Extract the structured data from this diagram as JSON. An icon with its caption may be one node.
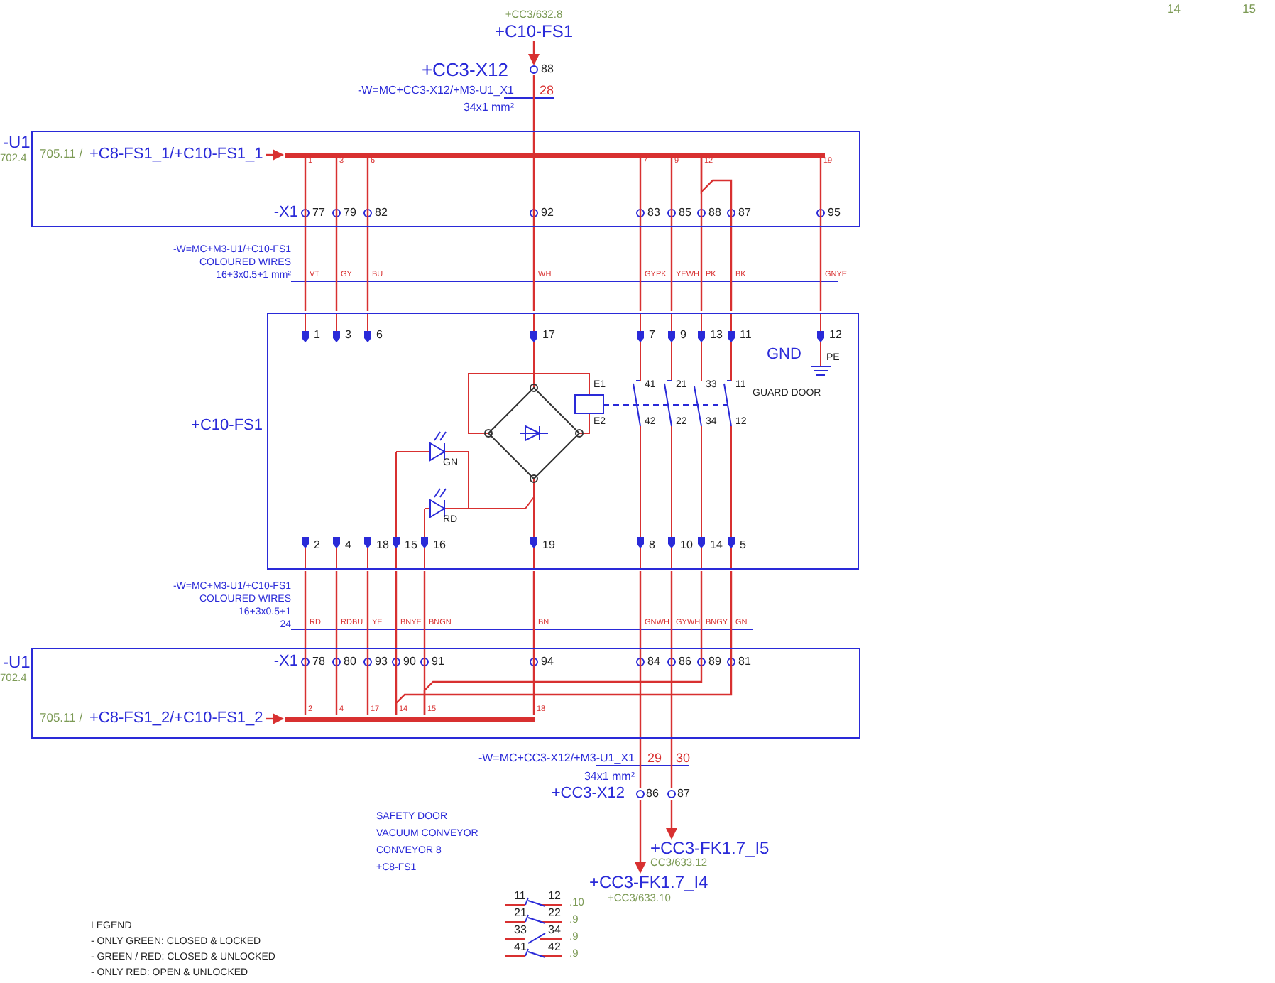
{
  "diagram": {
    "nodes": [
      {
        "text": [
          "+C10-FS1"
        ],
        "beside": [
          "+CC3/632.8"
        ]
      },
      {
        "text": [],
        "shape": "box",
        "beside": [
          "-U1",
          "702.4"
        ]
      },
      {
        "text": [
          "+C8-FS1_1/+C10-FS1_1"
        ],
        "beside": [
          "705.11 /"
        ],
        "in": 1
      },
      {
        "text": [],
        "shape": "box",
        "beside": [
          "+C10-FS1"
        ]
      },
      {
        "text": [],
        "shape": "box",
        "beside": [
          "-U1",
          "702.4"
        ]
      },
      {
        "text": [
          "+C8-FS1_2/+C10-FS1_2"
        ],
        "beside": [
          "705.11 /"
        ],
        "in": 4
      },
      {
        "text": [
          "+CC3-FK1.7_I5"
        ],
        "beside": [
          "CC3/633.12"
        ]
      },
      {
        "text": [
          "+CC3-FK1.7_I4"
        ],
        "beside": [
          "+CC3/633.10"
        ]
      },
      {
        "text": [],
        "shape": "circle",
        "beside": [
          "88"
        ]
      },
      {
        "text": [],
        "shape": "bar",
        "in": 1
      },
      {
        "text": [],
        "shape": "bar",
        "in": 4
      },
      {
        "text": [],
        "shape": "circle",
        "beside": [
          "86"
        ]
      },
      {
        "text": [],
        "shape": "circle",
        "beside": [
          "87"
        ]
      }
    ],
    "edges": [
      {
        "from": 0,
        "to": 8,
        "arrow": "to"
      },
      {
        "from": 2,
        "to": 9,
        "arrow": "to"
      },
      {
        "from": 5,
        "to": 10,
        "arrow": "to"
      },
      {
        "from": 11,
        "to": 7,
        "arrow": "to"
      },
      {
        "from": 12,
        "to": 6,
        "arrow": "to"
      },
      {
        "from": 8,
        "to": 3,
        "arrow": "none"
      },
      {
        "from": 9,
        "to": 3,
        "arrow": "none"
      },
      {
        "from": 9,
        "to": 3,
        "arrow": "none"
      },
      {
        "from": 9,
        "to": 3,
        "arrow": "none"
      },
      {
        "from": 9,
        "to": 3,
        "arrow": "none"
      },
      {
        "from": 9,
        "to": 3,
        "arrow": "none"
      },
      {
        "from": 9,
        "to": 3,
        "arrow": "none"
      },
      {
        "from": 9,
        "to": 3,
        "arrow": "none"
      },
      {
        "from": 9,
        "to": 3,
        "arrow": "none"
      },
      {
        "from": 3,
        "to": 10,
        "arrow": "none"
      },
      {
        "from": 3,
        "to": 10,
        "arrow": "none"
      },
      {
        "from": 3,
        "to": 10,
        "arrow": "none"
      },
      {
        "from": 3,
        "to": 10,
        "arrow": "none"
      },
      {
        "from": 3,
        "to": 10,
        "arrow": "none"
      },
      {
        "from": 3,
        "to": 10,
        "arrow": "none"
      },
      {
        "from": 3,
        "to": 10,
        "arrow": "none"
      },
      {
        "from": 3,
        "to": 10,
        "arrow": "none"
      },
      {
        "from": 3,
        "to": 11,
        "arrow": "none"
      },
      {
        "from": 3,
        "to": 12,
        "arrow": "none"
      }
    ],
    "labels": [
      "+CC3-X12",
      "-W=MC+CC3-X12/+M3-U1_X1",
      "28",
      "34x1 mm²",
      "1",
      "3",
      "6",
      "7",
      "9",
      "12",
      "19",
      "-X1",
      "77",
      "79",
      "82",
      "92",
      "83",
      "85",
      "88",
      "87",
      "95",
      "-W=MC+M3-U1/+C10-FS1",
      "COLOURED WIRES",
      "16+3x0.5+1 mm²",
      "VT",
      "GY",
      "BU",
      "WH",
      "GYPK",
      "YEWH",
      "PK",
      "BK",
      "GNYE",
      "1",
      "3",
      "6",
      "17",
      "7",
      "9",
      "13",
      "11",
      "12",
      "GND",
      "PE",
      "E1",
      "E2",
      "41",
      "21",
      "33",
      "11",
      "GUARD DOOR",
      "42",
      "22",
      "34",
      "12",
      "GN",
      "RD",
      "2",
      "4",
      "18",
      "15",
      "16",
      "19",
      "8",
      "10",
      "14",
      "5",
      "-W=MC+M3-U1/+C10-FS1",
      "COLOURED WIRES",
      "16+3x0.5+1",
      "24",
      "RD",
      "RDBU",
      "YE",
      "BNYE",
      "BNGN",
      "BN",
      "GNWH",
      "GYWH",
      "BNGY",
      "GN",
      "-X1",
      "78",
      "80",
      "93",
      "90",
      "91",
      "94",
      "84",
      "86",
      "89",
      "81",
      "2",
      "4",
      "17",
      "14",
      "15",
      "18",
      "-W=MC+CC3-X12/+M3-U1_X1",
      "29",
      "30",
      "34x1 mm²",
      "+CC3-X12",
      "SAFETY DOOR",
      "VACUUM CONVEYOR",
      "CONVEYOR 8",
      "+C8-FS1",
      "11",
      "12",
      ".10",
      "21",
      "22",
      ".9",
      "33",
      "34",
      ".9",
      "41",
      "42",
      ".9",
      "LEGEND",
      "- ONLY GREEN: CLOSED & LOCKED",
      "- GREEN / RED: CLOSED & UNLOCKED",
      "- ONLY RED: OPEN & UNLOCKED",
      "14",
      "15"
    ]
  }
}
